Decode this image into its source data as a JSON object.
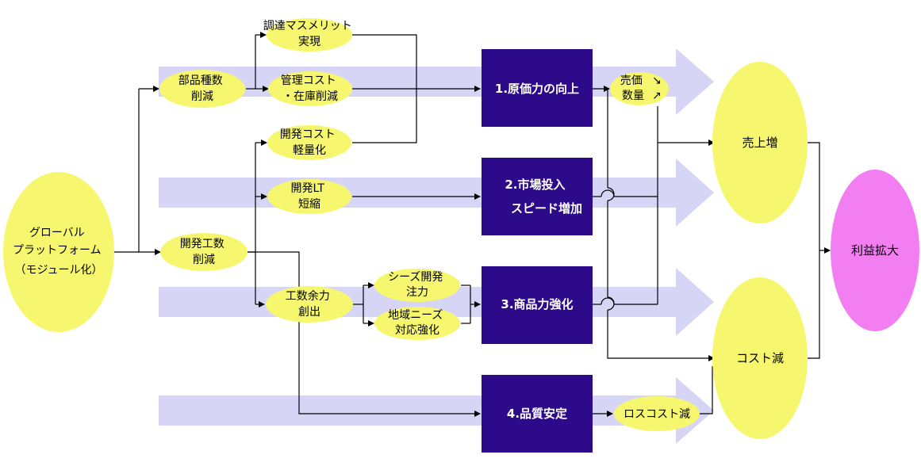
{
  "colors": {
    "band": "#d7d5f5",
    "yellow_node": "#f7f76f",
    "magenta_node": "#f27ef2",
    "box": "#2c0a8a",
    "line": "#000000"
  },
  "nodes": {
    "platform": [
      "グローバル",
      "プラットフォーム",
      "（モジュール化）"
    ],
    "parts_reduction": [
      "部品種数",
      "削減"
    ],
    "dev_hours_reduction": [
      "開発工数",
      "削減"
    ],
    "procurement_merit": [
      "調達マスメリット",
      "実現"
    ],
    "mgmt_cost": [
      "管理コスト",
      "・在庫削減"
    ],
    "dev_cost": [
      "開発コスト",
      "軽量化"
    ],
    "dev_lt": [
      "開発LT",
      "短縮"
    ],
    "capacity": [
      "工数余力",
      "創出"
    ],
    "seeds_dev": [
      "シーズ開発",
      "注力"
    ],
    "regional_needs": [
      "地域ニーズ",
      "対応強化"
    ],
    "price_volume": [
      "売価",
      "数量"
    ],
    "loss_cost": [
      "ロスコスト減"
    ],
    "sales_up": [
      "売上増"
    ],
    "cost_down": [
      "コスト減"
    ],
    "profit_up": [
      "利益拡大"
    ]
  },
  "boxes": {
    "cost_competitiveness": [
      "1.原価力の向上"
    ],
    "speed_to_market": [
      "2.市場投入",
      "スピード増加"
    ],
    "product_strength": [
      "3.商品力強化"
    ],
    "quality_stability": [
      "4.品質安定"
    ]
  },
  "arrows_symbols": {
    "price": "↘",
    "volume": "↗"
  }
}
